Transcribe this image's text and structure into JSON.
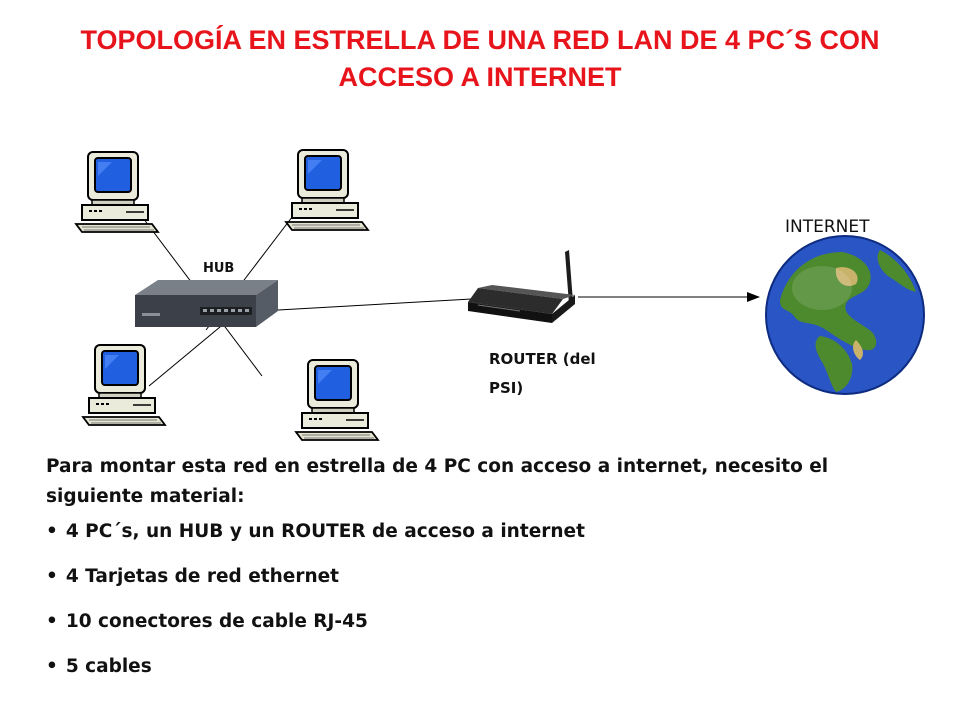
{
  "title": "TOPOLOGÍA EN ESTRELLA DE UNA RED LAN DE 4 PC´S CON ACCESO A INTERNET",
  "labels": {
    "hub": "HUB",
    "router": "ROUTER (del PSI)",
    "internet": "INTERNET"
  },
  "icons": [
    "computer-icon",
    "hub-icon",
    "router-icon",
    "globe-icon"
  ],
  "colors": {
    "title": "#e8141c",
    "screen": "#1f5fe0",
    "globe_ocean": "#2a55c4",
    "globe_land": "#4d8a2e"
  },
  "material": {
    "intro": "Para montar esta red en estrella de 4 PC con acceso a internet, necesito el siguiente material:",
    "items": [
      "4 PC´s, un HUB y un ROUTER de acceso a internet",
      "4 Tarjetas de red ethernet",
      "10 conectores de cable RJ-45",
      "5 cables"
    ]
  }
}
